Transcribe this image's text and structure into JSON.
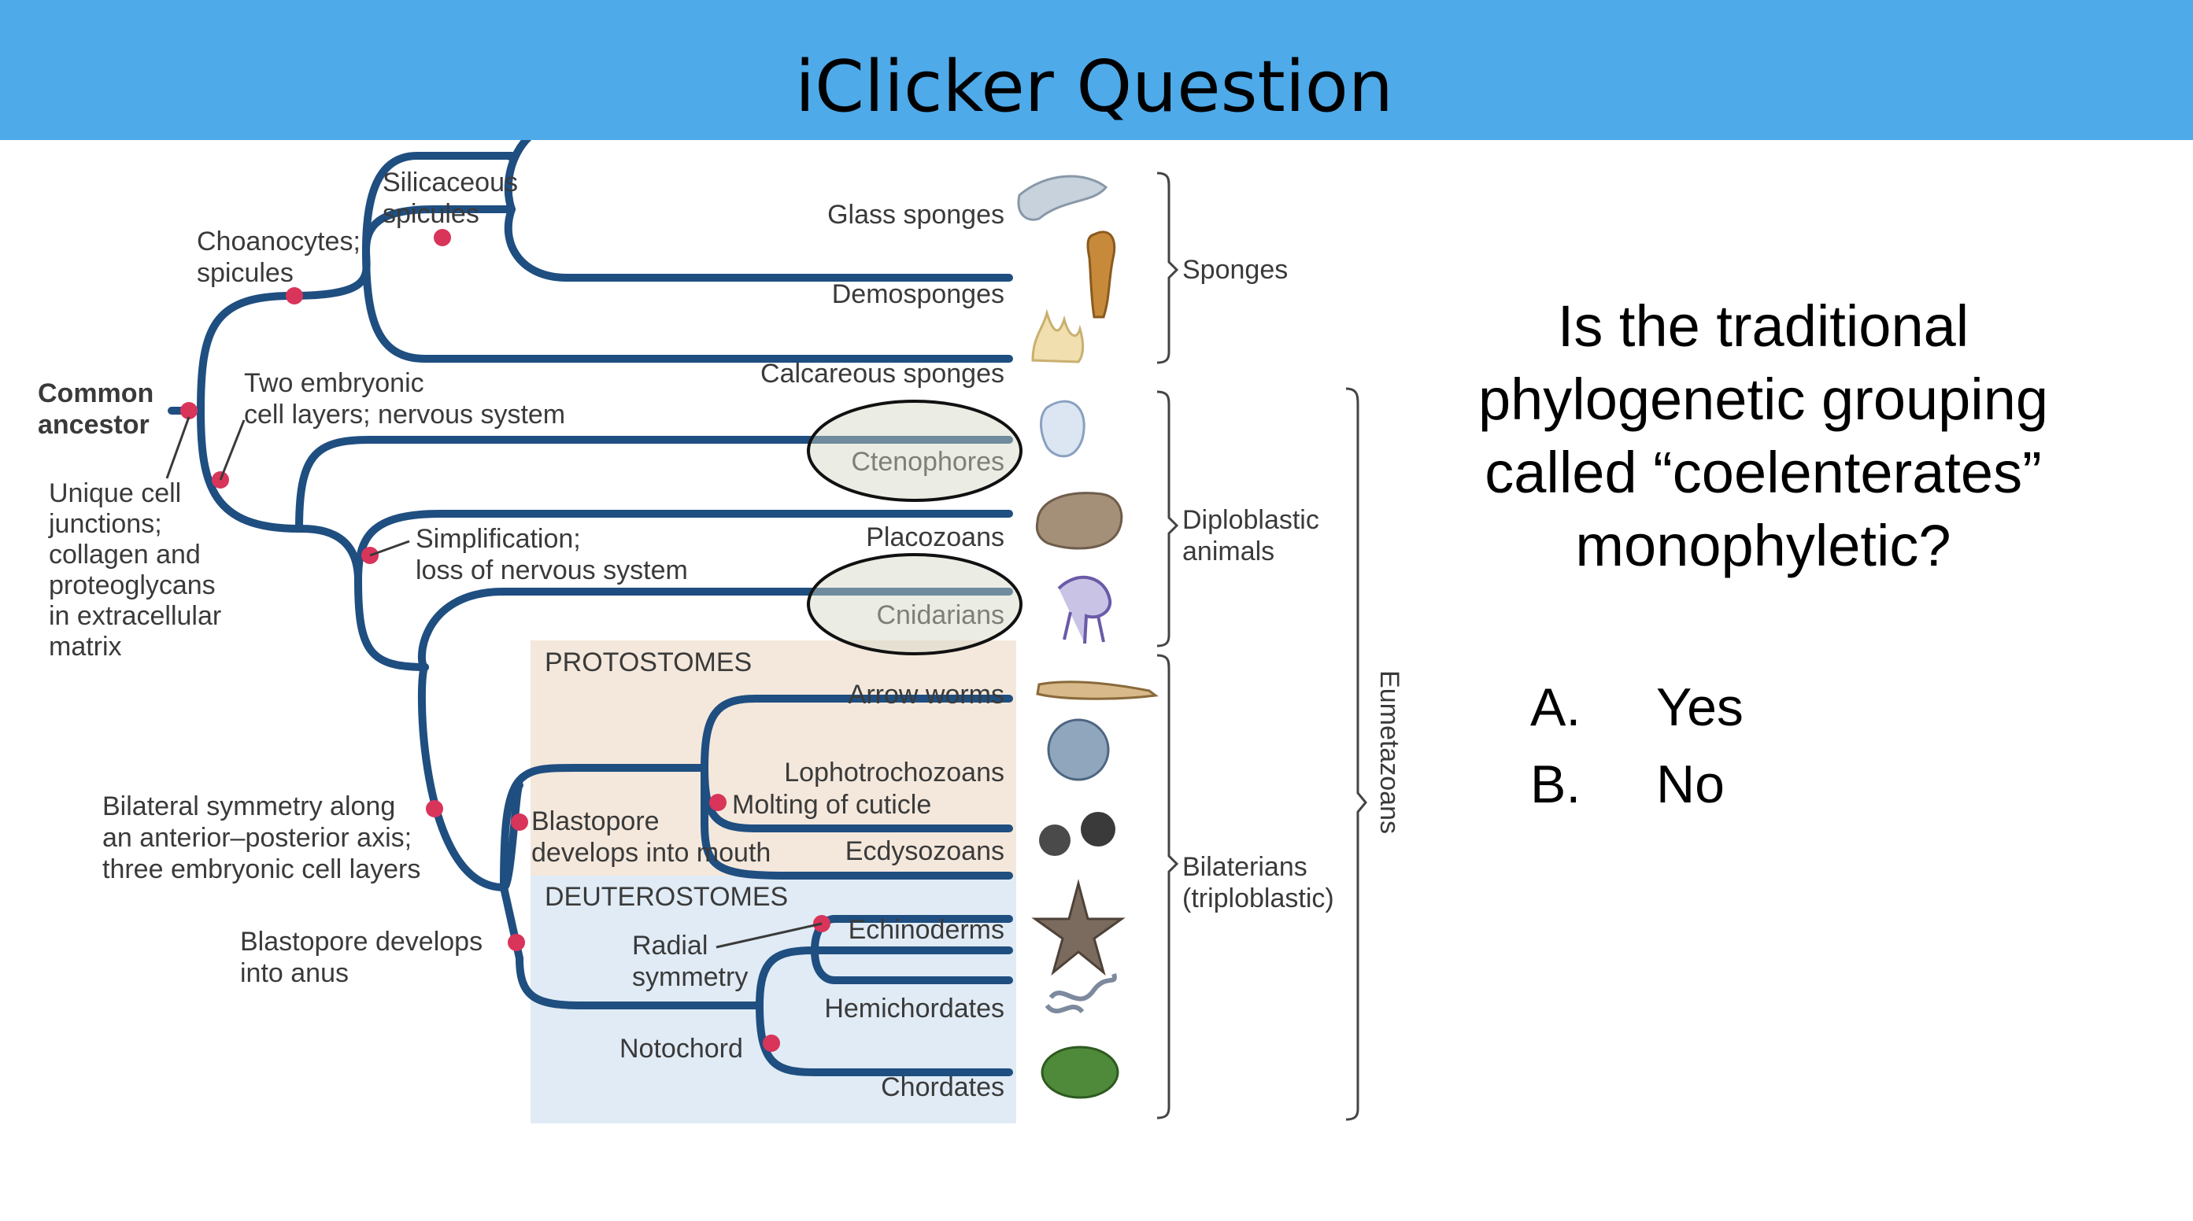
{
  "slide": {
    "title": "iClicker Question",
    "question_lines": [
      "Is the traditional",
      "phylogenetic grouping",
      "called “coelenterates”",
      "monophyletic?"
    ],
    "answers": [
      {
        "letter": "A.",
        "text": "Yes"
      },
      {
        "letter": "B.",
        "text": "No"
      }
    ]
  },
  "tree": {
    "root": [
      "Common",
      "ancestor"
    ],
    "root_note": [
      "Unique cell",
      "junctions;",
      "collagen and",
      "proteoglycans",
      "in extracellular",
      "matrix"
    ],
    "chars": {
      "choanocytes": [
        "Choanocytes;",
        "spicules"
      ],
      "silicaceous": [
        "Silicaceous",
        "spicules"
      ],
      "two_layers": [
        "Two embryonic",
        "cell layers; nervous system"
      ],
      "simplification": [
        "Simplification;",
        "loss of nervous system"
      ],
      "bilateral": [
        "Bilateral symmetry along",
        "an anterior–posterior axis;",
        "three embryonic cell layers"
      ],
      "anus": [
        "Blastopore develops",
        "into anus"
      ],
      "mouth": [
        "Blastopore",
        "develops into mouth"
      ],
      "molting": "Molting of cuticle",
      "radial": [
        "Radial",
        "symmetry"
      ],
      "notochord": "Notochord"
    },
    "taxa": [
      "Glass sponges",
      "Demosponges",
      "Calcareous sponges",
      "Ctenophores",
      "Placozoans",
      "Cnidarians",
      "Arrow worms",
      "Lophotrochozoans",
      "Ecdysozoans",
      "Echinoderms",
      "Hemichordates",
      "Chordates"
    ],
    "clades": {
      "protostomes": "PROTOSTOMES",
      "deuterostomes": "DEUTEROSTOMES"
    },
    "groups": {
      "sponges": "Sponges",
      "diploblastic": [
        "Diploblastic",
        "animals"
      ],
      "bilaterians": [
        "Bilaterians",
        "(triploblastic)"
      ],
      "eumetazoans": "Eumetazoans"
    },
    "colors": {
      "branch": "#1f4e80",
      "node": "#d9345a",
      "protostome_bg": "#f4e8dc",
      "deuterostome_bg": "#e0ebf5"
    }
  }
}
